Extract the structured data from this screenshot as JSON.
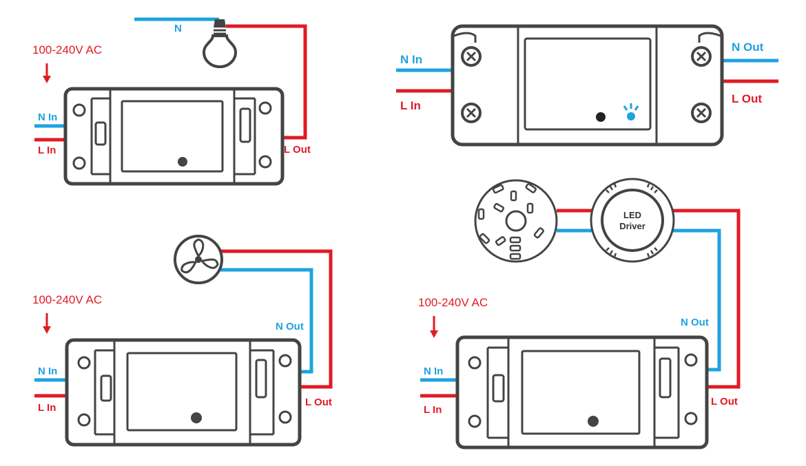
{
  "colors": {
    "neutral_wire": "#1ea2e0",
    "live_wire": "#e01b24",
    "device": "#444444"
  },
  "diagram_a": {
    "voltage": "100-240V AC",
    "n_in": "N In",
    "l_in": "L In",
    "l_out": "L Out",
    "neutral": "N",
    "load_icon": "light-bulb-icon"
  },
  "diagram_b": {
    "n_in": "N In",
    "l_in": "L In",
    "n_out": "N Out",
    "l_out": "L Out"
  },
  "diagram_c": {
    "voltage": "100-240V AC",
    "n_in": "N In",
    "l_in": "L In",
    "n_out": "N Out",
    "l_out": "L Out",
    "load_icon": "fan-icon"
  },
  "diagram_d": {
    "voltage": "100-240V AC",
    "n_in": "N In",
    "l_in": "L In",
    "n_out": "N Out",
    "l_out": "L Out",
    "driver_line1": "LED",
    "driver_line2": "Driver",
    "load_icon": "led-light-icon"
  }
}
